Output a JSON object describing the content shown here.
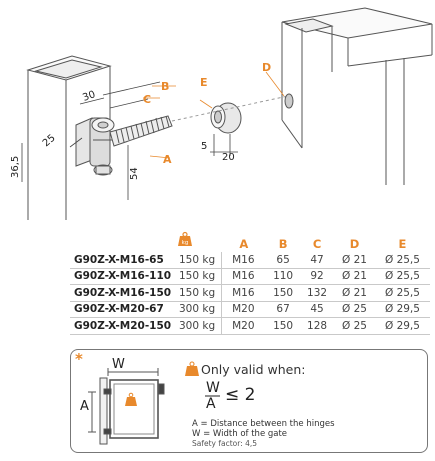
{
  "diagram": {
    "labels": {
      "a": "A",
      "b": "B",
      "c": "C",
      "d": "D",
      "e": "E",
      "d30": "30",
      "d25": "25",
      "d36_5": "36,5",
      "d54": "54",
      "d5": "5",
      "d20": "20"
    },
    "colors": {
      "accent": "#e8892c",
      "line": "#555555"
    }
  },
  "table": {
    "weight_icon": "kg",
    "headers": [
      "A",
      "B",
      "C",
      "D",
      "E"
    ],
    "rows": [
      {
        "model": "G90Z-X-M16-65",
        "weight": "150 kg",
        "a": "M16",
        "b": "65",
        "c": "47",
        "d": "Ø 21",
        "e": "Ø 25,5"
      },
      {
        "model": "G90Z-X-M16-110",
        "weight": "150 kg",
        "a": "M16",
        "b": "110",
        "c": "92",
        "d": "Ø 21",
        "e": "Ø 25,5"
      },
      {
        "model": "G90Z-X-M16-150",
        "weight": "150 kg",
        "a": "M16",
        "b": "150",
        "c": "132",
        "d": "Ø 21",
        "e": "Ø 25,5"
      },
      {
        "model": "G90Z-X-M20-67",
        "weight": "300 kg",
        "a": "M20",
        "b": "67",
        "c": "45",
        "d": "Ø 25",
        "e": "Ø 29,5"
      },
      {
        "model": "G90Z-X-M20-150",
        "weight": "300 kg",
        "a": "M20",
        "b": "150",
        "c": "128",
        "d": "Ø 25",
        "e": "Ø 29,5"
      }
    ]
  },
  "note": {
    "star": "*",
    "weight_icon": "kg",
    "valid_text": "Only valid when:",
    "formula": {
      "numerator": "W",
      "denominator": "A",
      "relation": "≤ 2"
    },
    "def_a": "A  = Distance between the hinges",
    "def_w": "W = Width of the gate",
    "safety": "Safety factor: 4,5",
    "gate_w": "W",
    "gate_a": "A"
  }
}
